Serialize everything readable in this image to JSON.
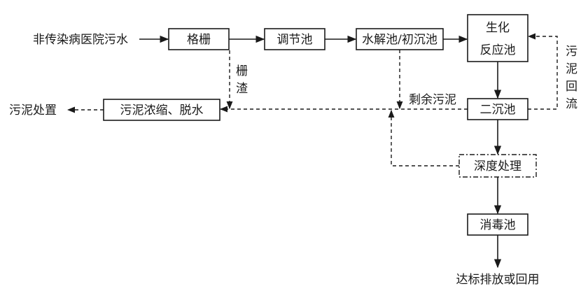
{
  "nodes": {
    "input": "非传染病医院污水",
    "grille": "格栅",
    "regulating": "调节池",
    "hydrolysis": "水解池/初沉池",
    "bio_line1": "生化",
    "bio_line2": "反应池",
    "secondary": "二沉池",
    "advanced": "深度处理",
    "disinfection": "消毒池",
    "output": "达标排放或回用",
    "sludge_treat": "污泥浓缩、脱水",
    "sludge_dispose": "污泥处置"
  },
  "labels": {
    "screenings_1": "栅",
    "screenings_2": "渣",
    "excess_sludge": "剩余污泥",
    "return_1": "污",
    "return_2": "泥",
    "return_3": "回",
    "return_4": "流"
  }
}
